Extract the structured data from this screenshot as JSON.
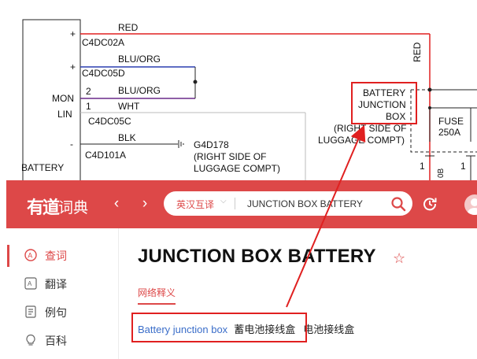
{
  "diagram": {
    "module_label_mon": "MON",
    "module_label_lin": "LIN",
    "module_name": "BATTERY",
    "wire_red": "RED",
    "wire_blu_org_1": "BLU/ORG",
    "wire_blu_org_2": "BLU/ORG",
    "wire_wht": "WHT",
    "wire_blk": "BLK",
    "wire_red_vertical": "RED",
    "conn_c4dc02a": "C4DC02A",
    "conn_c4dc05d": "C4DC05D",
    "conn_c4dc05c": "C4DC05C",
    "conn_c4d101a": "C4D101A",
    "pin_plus_1": "+",
    "pin_plus_2": "+",
    "pin_2": "2",
    "pin_1": "1",
    "pin_minus": "-",
    "ground_id": "G4D178",
    "ground_loc_1": "(RIGHT SIDE OF",
    "ground_loc_2": "LUGGAGE COMPT)",
    "bjb_line1": "BATTERY",
    "bjb_line2": "JUNCTION",
    "bjb_line3": "BOX",
    "bjb_loc_1": "(RIGHT SIDE OF",
    "bjb_loc_2": "LUGGAGE COMPT)",
    "fuse_label": "FUSE",
    "fuse_rating": "250A",
    "bottom_pin_1": "1",
    "bottom_pin_2": "1",
    "bottom_conn": "0B"
  },
  "app": {
    "logo": "有道",
    "logo_suffix": "词典",
    "nav_back": "‹",
    "nav_forward": "›",
    "search_mode": "英汉互译",
    "search_query": "JUNCTION BOX BATTERY",
    "sidebar": [
      {
        "label": "查词",
        "icon": "lookup-icon",
        "active": true
      },
      {
        "label": "翻译",
        "icon": "translate-icon",
        "active": false
      },
      {
        "label": "例句",
        "icon": "sentences-icon",
        "active": false
      },
      {
        "label": "百科",
        "icon": "encyclopedia-icon",
        "active": false
      }
    ],
    "word_title": "JUNCTION BOX BATTERY",
    "tab_label": "网络释义",
    "definition": {
      "english": "Battery junction box",
      "chinese_1": "蓄电池接线盒",
      "chinese_2": "电池接线盒"
    }
  },
  "colors": {
    "accent": "#dd4848",
    "link": "#3b6ec9",
    "annotation": "#e02020"
  }
}
